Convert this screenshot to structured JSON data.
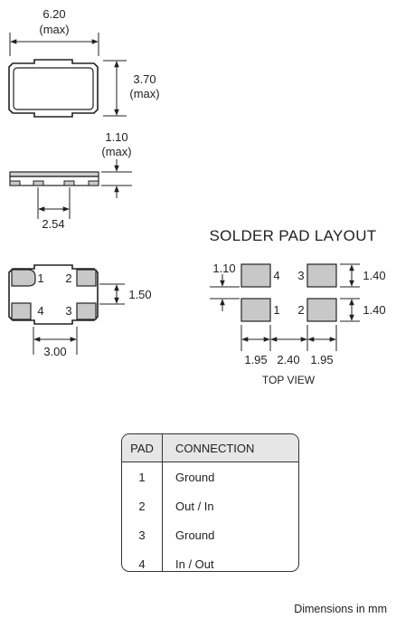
{
  "package": {
    "width_value": "6.20",
    "width_note": "(max)",
    "height_value": "3.70",
    "height_note": "(max)",
    "thickness_value": "1.10",
    "thickness_note": "(max)",
    "side_pitch": "2.54",
    "pad_pitch_y": "1.50",
    "pad_pitch_x": "3.00",
    "pads": [
      "1",
      "2",
      "3",
      "4"
    ]
  },
  "solder_layout": {
    "title": "SOLDER PAD LAYOUT",
    "pad_height": "1.10",
    "right_dim_top": "1.40",
    "right_dim_bottom": "1.40",
    "bottom_dims": [
      "1.95",
      "2.40",
      "1.95"
    ],
    "view_label": "TOP VIEW",
    "pads": [
      "4",
      "3",
      "1",
      "2"
    ]
  },
  "table": {
    "headers": [
      "PAD",
      "CONNECTION"
    ],
    "rows": [
      {
        "pad": "1",
        "connection": "Ground"
      },
      {
        "pad": "2",
        "connection": "Out / In"
      },
      {
        "pad": "3",
        "connection": "Ground"
      },
      {
        "pad": "4",
        "connection": "In / Out"
      }
    ]
  },
  "footer": "Dimensions in mm",
  "colors": {
    "pad_fill": "#c8c8c8",
    "line": "#222222",
    "header_fill": "#e6e6e6"
  }
}
